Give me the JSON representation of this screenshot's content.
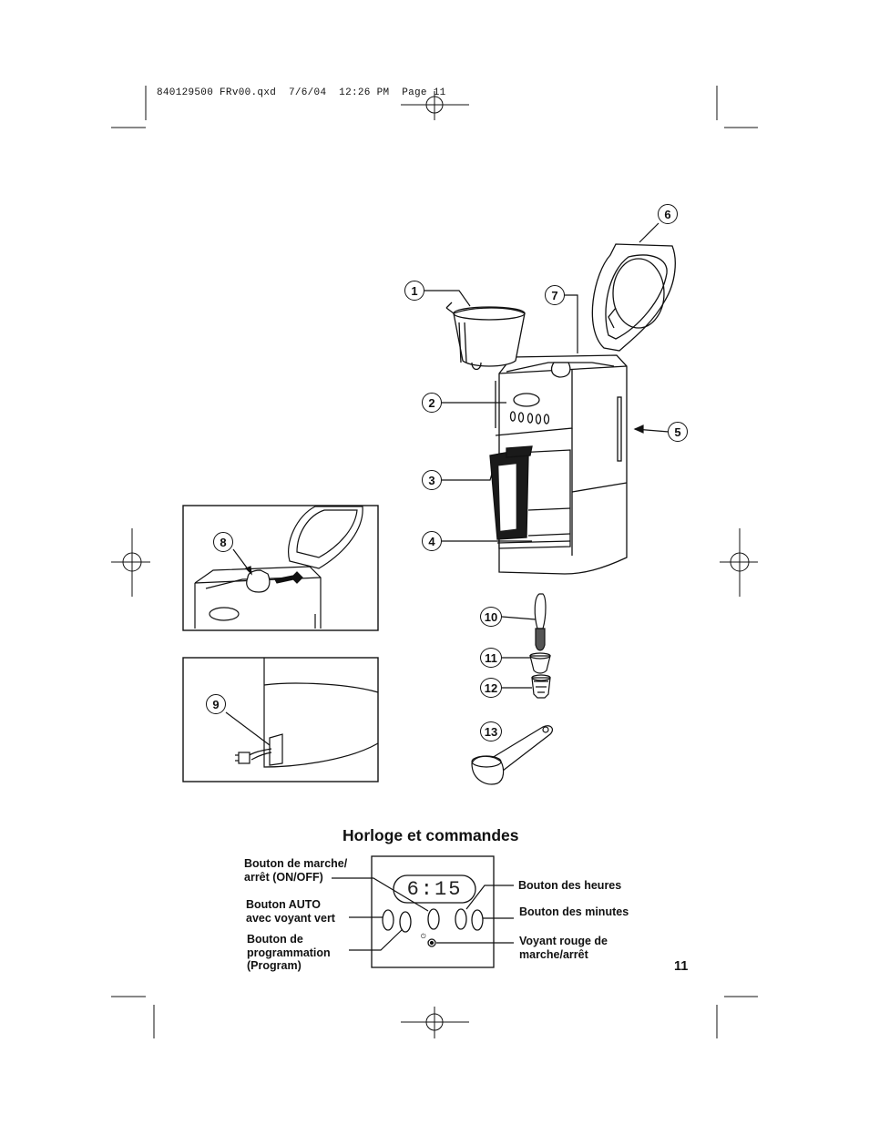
{
  "slug": {
    "file": "840129500 FRv00.qxd",
    "date": "7/6/04",
    "time": "12:26 PM",
    "page": "Page 11"
  },
  "callouts": [
    "1",
    "2",
    "3",
    "4",
    "5",
    "6",
    "7",
    "8",
    "9",
    "10",
    "11",
    "12",
    "13"
  ],
  "section_title": "Horloge et commandes",
  "display_time": "6:15",
  "controls": {
    "onoff": "Bouton de marche/\narrêt (ON/OFF)",
    "auto": "Bouton AUTO\navec voyant vert",
    "program": "Bouton de\nprogrammation\n(Program)",
    "hours": "Bouton des heures",
    "minutes": "Bouton des minutes",
    "red_light": "Voyant rouge de\nmarche/arrêt"
  },
  "page_number": "11"
}
